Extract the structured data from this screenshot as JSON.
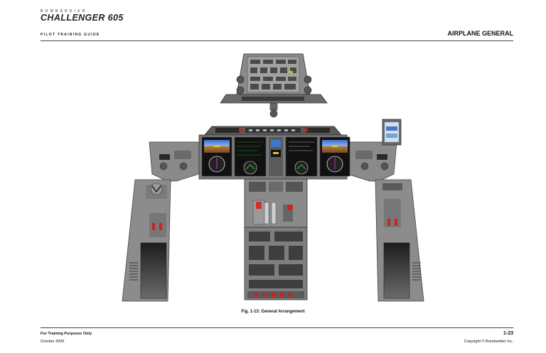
{
  "header": {
    "brand_small": "BOMBARDIER",
    "brand_name": "CHALLENGER 605",
    "subtitle": "PILOT TRAINING GUIDE",
    "section": "AIRPLANE GENERAL"
  },
  "figure": {
    "caption": "Fig. 1-13: General Arrangement"
  },
  "footer": {
    "left_line1": "For Training Purposes Only",
    "left_line2": "October 2009",
    "page_number": "1-23",
    "copyright": "Copyright © Bombardier Inc."
  }
}
